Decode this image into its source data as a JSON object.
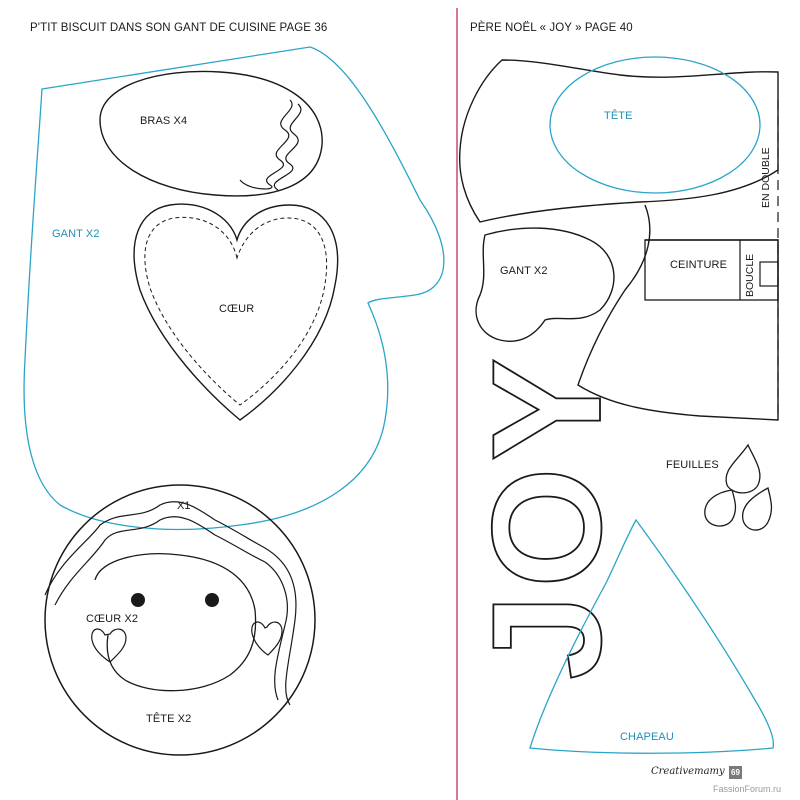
{
  "headers": {
    "left": "P'TIT BISCUIT DANS SON GANT DE CUISINE PAGE 36",
    "right": "PÈRE NOËL « JOY » PAGE 40"
  },
  "left_pattern": {
    "gant": "GANT X2",
    "bras": "BRAS X4",
    "coeur": "CŒUR",
    "x1": "X1",
    "coeur_x2": "CŒUR X2",
    "tete_x2": "TÊTE X2"
  },
  "right_pattern": {
    "tete": "TÊTE",
    "en_double": "EN DOUBLE",
    "gant": "GANT X2",
    "ceinture": "CEINTURE",
    "boucle": "BOUCLE",
    "feuilles": "FEUILLES",
    "chapeau": "CHAPEAU"
  },
  "footer": {
    "brand": "Creativemamy",
    "page_number": "69",
    "watermark": "FassionForum.ru"
  },
  "colors": {
    "line": "#1a1a1a",
    "accent_blue": "#2aa4c8",
    "divider": "#c2185b"
  }
}
